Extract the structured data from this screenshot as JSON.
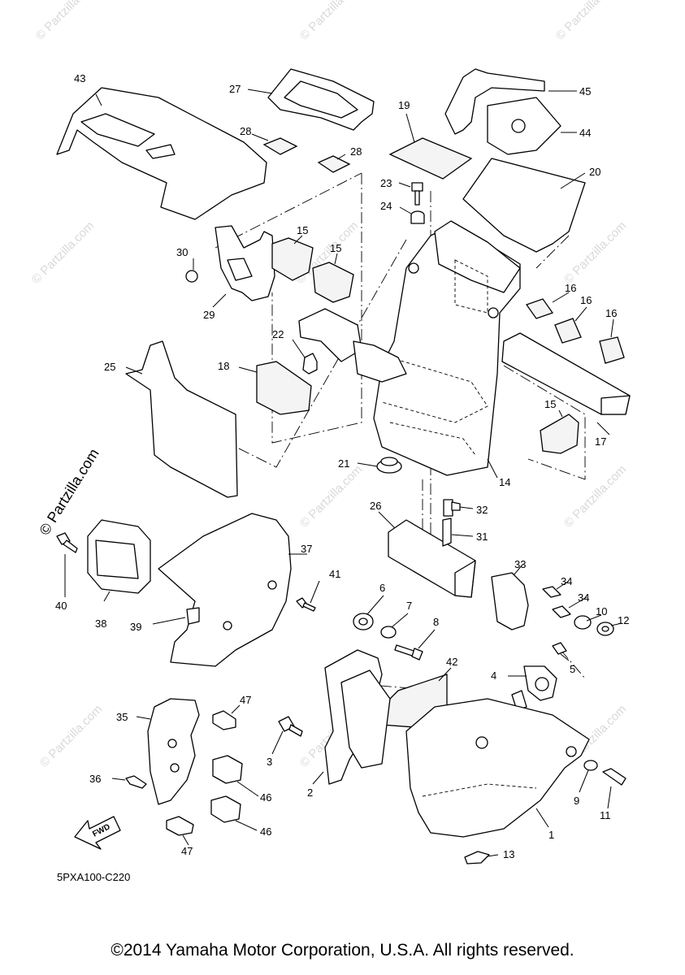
{
  "diagram_code": "5PXA100-C220",
  "copyright": "©2014 Yamaha Motor Corporation, U.S.A. All rights reserved.",
  "watermark": "© Partzilla.com",
  "fwd_label": "FWD",
  "callouts": {
    "c1": "1",
    "c2": "2",
    "c3": "3",
    "c4": "4",
    "c5": "5",
    "c6": "6",
    "c7": "7",
    "c8": "8",
    "c9": "9",
    "c10": "10",
    "c11": "11",
    "c12": "12",
    "c13": "13",
    "c14": "14",
    "c15a": "15",
    "c15b": "15",
    "c15c": "15",
    "c16a": "16",
    "c16b": "16",
    "c16c": "16",
    "c17": "17",
    "c18": "18",
    "c19": "19",
    "c20": "20",
    "c21": "21",
    "c22": "22",
    "c23": "23",
    "c24": "24",
    "c25": "25",
    "c26": "26",
    "c27": "27",
    "c28a": "28",
    "c28b": "28",
    "c29": "29",
    "c30": "30",
    "c31": "31",
    "c32": "32",
    "c33": "33",
    "c34a": "34",
    "c34b": "34",
    "c35": "35",
    "c36": "36",
    "c37": "37",
    "c38": "38",
    "c39": "39",
    "c40": "40",
    "c41": "41",
    "c42": "42",
    "c43": "43",
    "c44": "44",
    "c45": "45",
    "c46a": "46",
    "c46b": "46",
    "c47a": "47",
    "c47b": "47"
  }
}
